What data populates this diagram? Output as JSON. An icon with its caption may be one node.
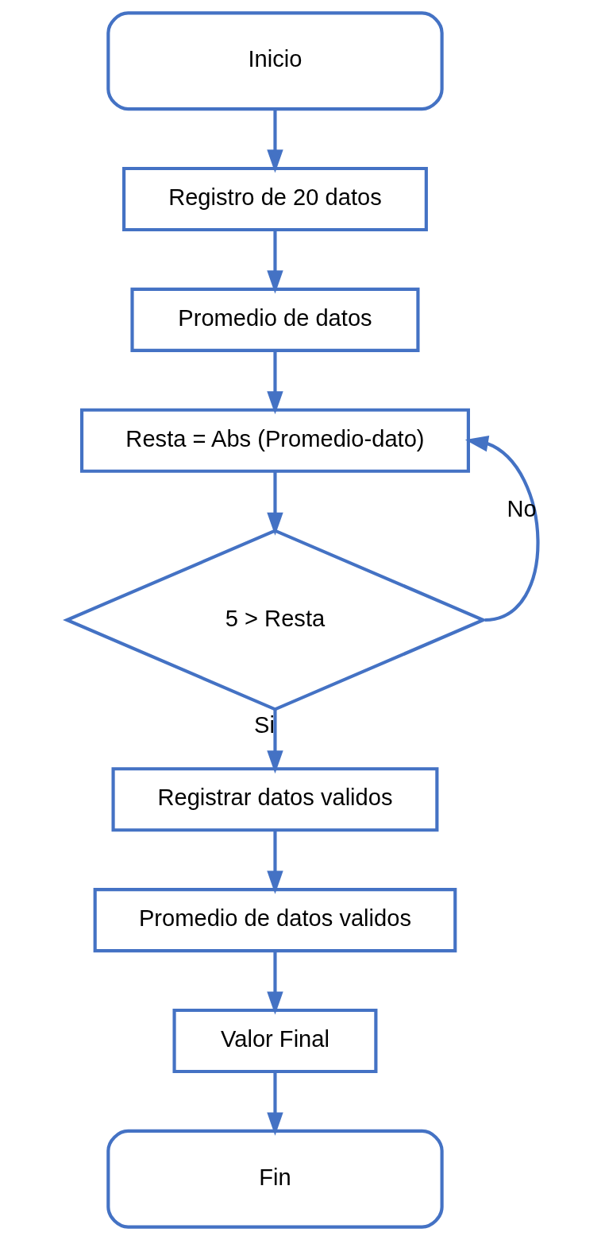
{
  "diagram": {
    "nodes": [
      {
        "text": [
          "Inicio"
        ]
      },
      {
        "text": [
          "Registro de 20 datos"
        ]
      },
      {
        "text": [
          "Promedio de datos"
        ]
      },
      {
        "text": [
          "Resta = Abs (Promedio-dato)"
        ]
      },
      {
        "text": [
          "5 > Resta"
        ]
      },
      {
        "text": [
          "Registrar datos validos"
        ]
      },
      {
        "text": [
          "Promedio de datos validos"
        ]
      },
      {
        "text": [
          "Valor Final"
        ]
      },
      {
        "text": [
          "Fin"
        ]
      }
    ],
    "edges": [
      {
        "from": 0,
        "to": 1,
        "arrow": "to"
      },
      {
        "from": 1,
        "to": 2,
        "arrow": "to"
      },
      {
        "from": 2,
        "to": 3,
        "arrow": "to"
      },
      {
        "from": 3,
        "to": 4,
        "arrow": "to"
      },
      {
        "from": 4,
        "to": 5,
        "arrow": "to",
        "label": "Si"
      },
      {
        "from": 4,
        "to": 3,
        "arrow": "to",
        "label": "No"
      },
      {
        "from": 5,
        "to": 6,
        "arrow": "to"
      },
      {
        "from": 6,
        "to": 7,
        "arrow": "to"
      },
      {
        "from": 7,
        "to": 8,
        "arrow": "to"
      }
    ]
  }
}
